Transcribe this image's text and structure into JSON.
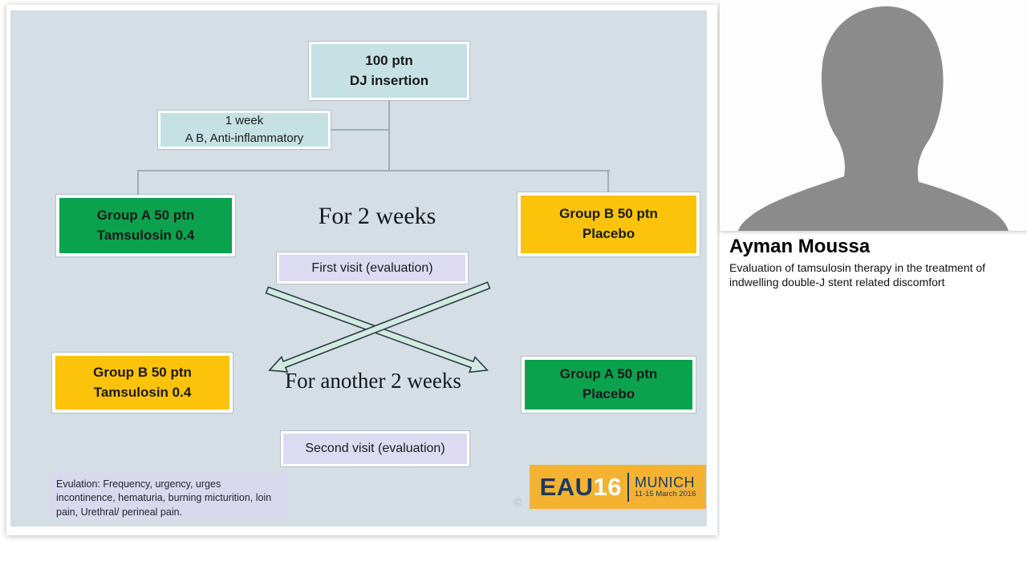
{
  "colors": {
    "slide_bg": "#d5dee4",
    "teal_box": "#c6e1e3",
    "green_box": "#0ba24e",
    "yellow_box": "#fcc30a",
    "lavender_box": "#dcdbf2",
    "note_box": "#d9d8ee",
    "connector": "#9cafb4",
    "arrow_fill": "#d3eae1",
    "arrow_stroke": "#2a3b47",
    "logo_bg": "#f4b233",
    "logo_navy": "#1d3a60",
    "silhouette": "#8b8b8b"
  },
  "flowchart": {
    "top_box": [
      "100 ptn",
      "DJ insertion"
    ],
    "week_box": [
      "1 week",
      "A B, Anti-inflammatory"
    ],
    "group_a_top": [
      "Group A 50 ptn",
      "Tamsulosin 0.4"
    ],
    "group_b_top": [
      "Group B 50 ptn",
      "Placebo"
    ],
    "phase1_label": "For 2 weeks",
    "first_visit_label": "First visit (evaluation)",
    "phase2_label": "For another 2 weeks",
    "group_b_bottom": [
      "Group B 50 ptn",
      "Tamsulosin 0.4"
    ],
    "group_a_bottom": [
      "Group A 50 ptn",
      "Placebo"
    ],
    "second_visit_label": "Second visit (evaluation)",
    "evaluation_note": "Evulation: Frequency, urgency, urges incontinence, hematuria, burning micturition, loin pain, Urethral/ perineal pain.",
    "copyright_mark": "©"
  },
  "logo": {
    "brand": "EAU",
    "year": "16",
    "city": "MUNICH",
    "dates": "11-15 March 2016"
  },
  "speaker": {
    "name": "Ayman Moussa",
    "talk_title": "Evaluation of tamsulosin therapy in the treatment of indwelling double-J stent related discomfort"
  }
}
